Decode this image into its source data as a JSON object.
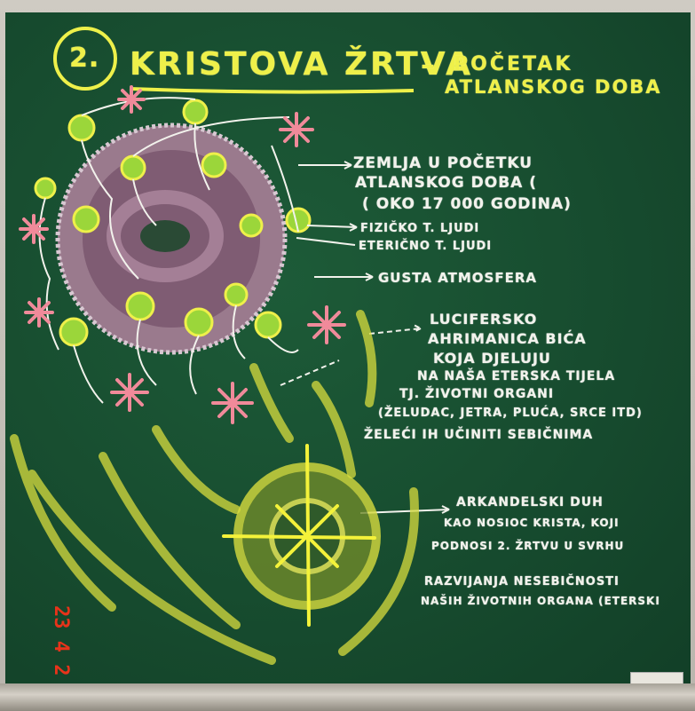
{
  "title": {
    "number": "2.",
    "main": "KRISTOVA ŽRTVA",
    "dash": "–",
    "line1": "POČETAK",
    "line2": "ATLANSKOG DOBA"
  },
  "labels": {
    "earth": [
      "ZEMLJA U POČETKU",
      "ATLANSKOG DOBA (",
      "( OKO 17 000 GODINA)"
    ],
    "physical": "FIZIČKO T. LJUDI",
    "etheric": "ETERIČNO T. LJUDI",
    "atmosphere": "GUSTA ATMOSFERA",
    "beings": [
      "LUCIFERSKO",
      "AHRIMANICA BIĆA",
      "KOJA DJELUJU",
      "NA NAŠA ETERSKA TIJELA",
      "TJ. ŽIVOTNI ORGANI",
      "(ŽELUDAC, JETRA, PLUĆA, SRCE ITD)",
      "ŽELEĆI IH UČINITI SEBIČNIMA"
    ],
    "archangel": [
      "ARKANDELSKI DUH",
      "KAO NOSIOC KRISTA, KOJI",
      "PODNOSI 2. ŽRTVU U SVRHU",
      "RAZVIJANJA NESEBIČNOSTI",
      "NAŠIH ŽIVOTNIH ORGANA (ETERSKI"
    ]
  },
  "date_stamp": "23 4 2",
  "colors": {
    "board": "#174c2f",
    "chalk_white": "#f2f2ec",
    "chalk_yellow": "#eef04a",
    "chalk_pink": "#f08a9a",
    "planet": "#b68aa3",
    "stamp": "#e8331a"
  }
}
